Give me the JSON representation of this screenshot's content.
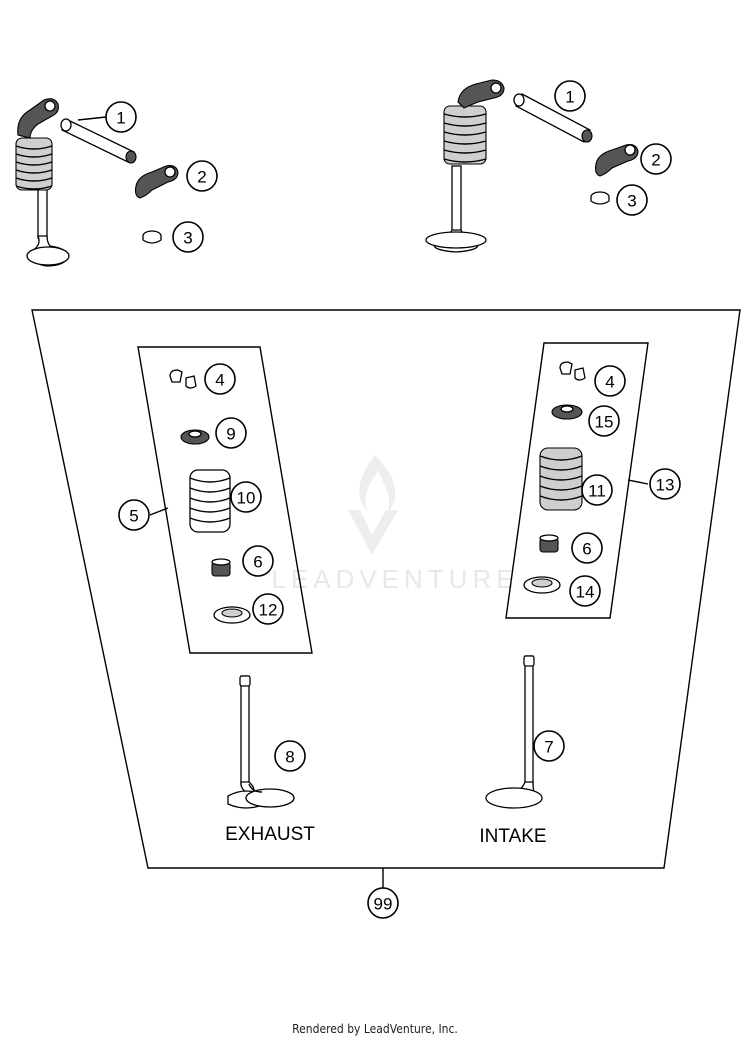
{
  "callouts": {
    "c1a": "1",
    "c2a": "2",
    "c3a": "3",
    "c1b": "1",
    "c2b": "2",
    "c3b": "3",
    "c4a": "4",
    "c9": "9",
    "c10": "10",
    "c5": "5",
    "c6a": "6",
    "c12": "12",
    "c4b": "4",
    "c15": "15",
    "c11": "11",
    "c13": "13",
    "c6b": "6",
    "c14": "14",
    "c8": "8",
    "c7": "7",
    "c99": "99"
  },
  "labels": {
    "exhaust": "EXHAUST",
    "intake": "INTAKE"
  },
  "watermark": "LEADVENTURE",
  "footer": "Rendered by LeadVenture, Inc."
}
